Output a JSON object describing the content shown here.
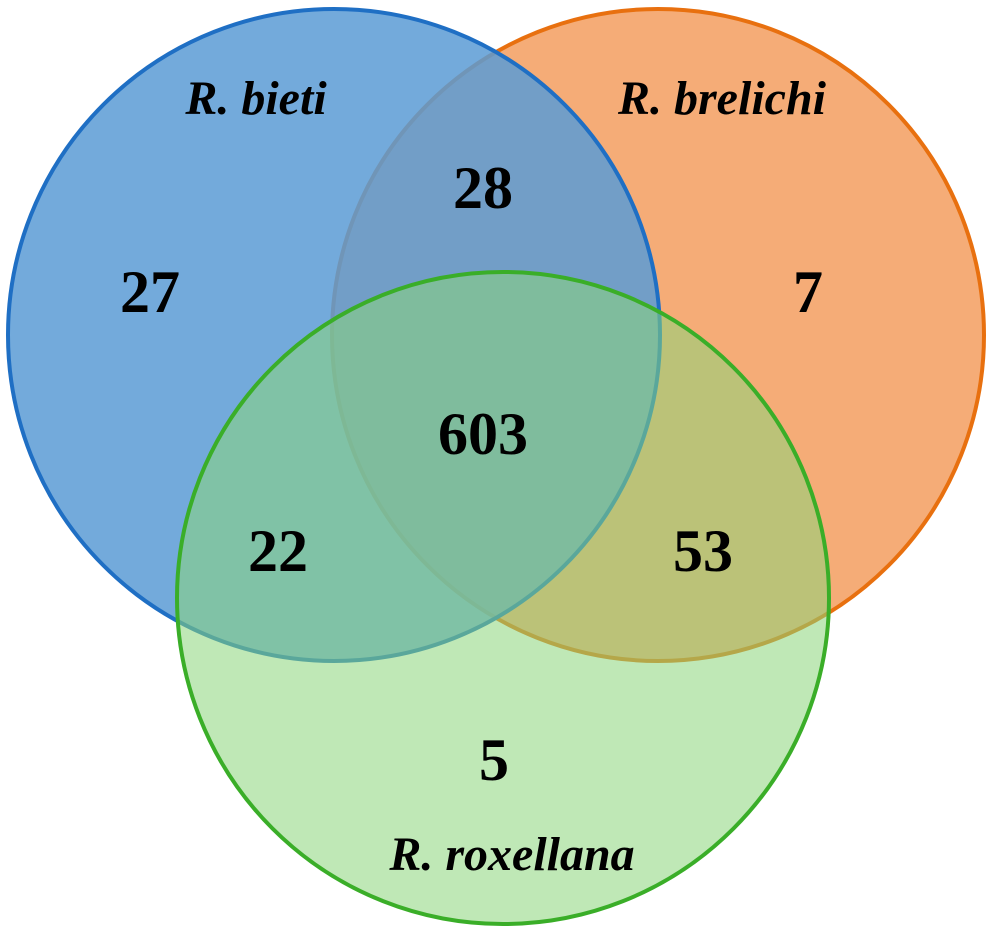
{
  "sets": [
    {
      "key": "bieti",
      "label": "R. bieti",
      "fill": "#5b9bd5",
      "stroke": "#1f6fc4"
    },
    {
      "key": "brelichi",
      "label": "R. brelichi",
      "fill": "#f4a870",
      "stroke": "#e8700f"
    },
    {
      "key": "roxellana",
      "label": "R. roxellana",
      "fill": "#8ad57a",
      "stroke": "#3aae28"
    }
  ],
  "regions": {
    "bieti_only": "27",
    "brelichi_only": "7",
    "roxellana_only": "5",
    "bieti_brelichi": "28",
    "bieti_roxellana": "22",
    "brelichi_roxellana": "53",
    "all_three": "603"
  }
}
